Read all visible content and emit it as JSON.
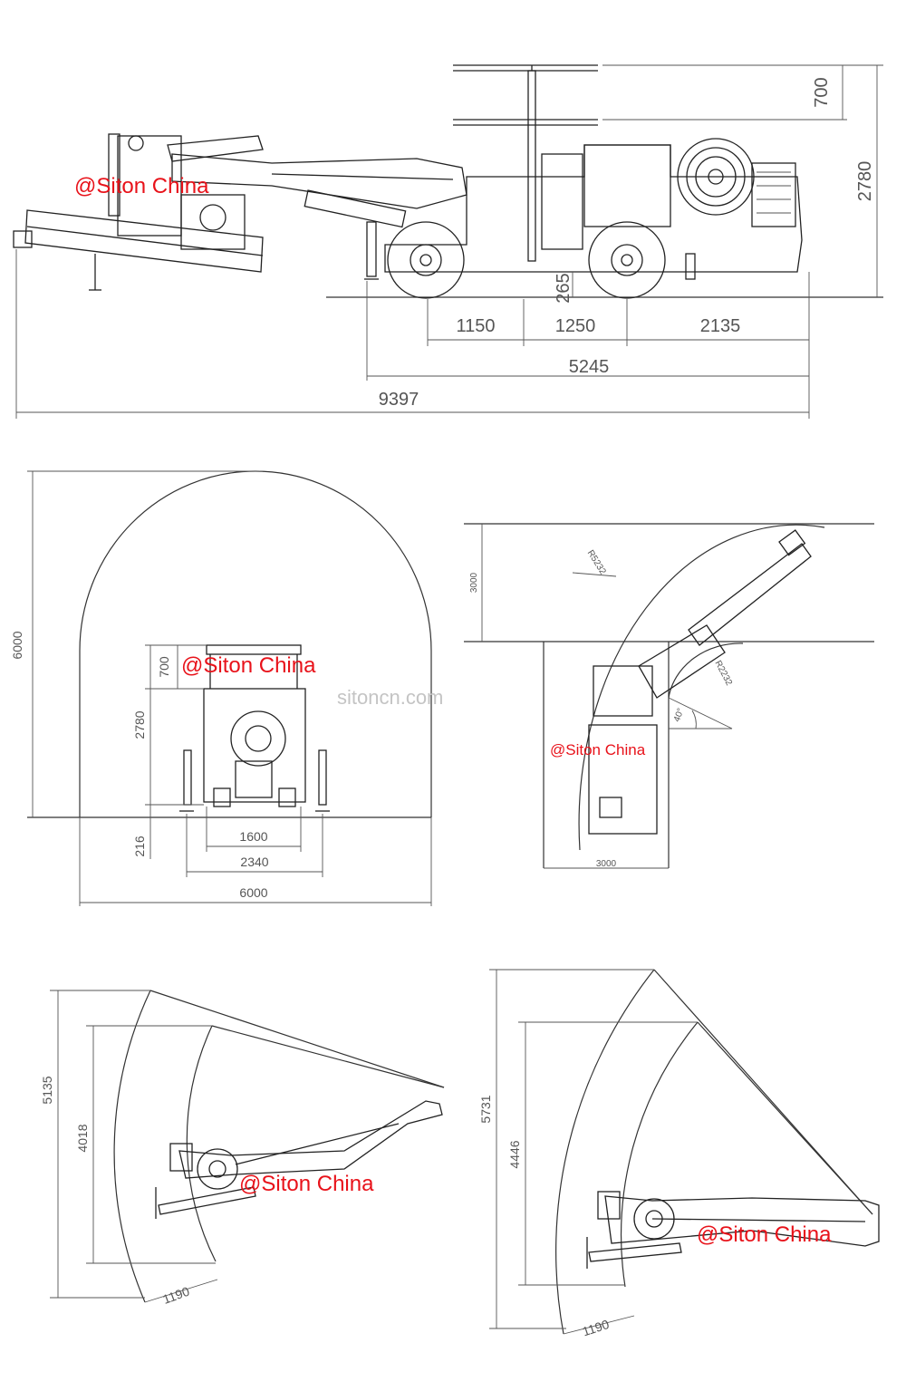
{
  "colors": {
    "line": "#333333",
    "dimension_text": "#555555",
    "watermark": "#e8121a",
    "site_watermark": "#c4c4c4"
  },
  "watermark": "@Siton China",
  "site_watermark": "sitoncn.com",
  "side_view": {
    "dims": {
      "canopy_height": "700",
      "total_height": "2780",
      "ground_clearance": "265",
      "front_overhang": "1150",
      "wheelbase": "1250",
      "rear_overhang": "2135",
      "chassis_length": "5245",
      "total_length": "9397"
    }
  },
  "front_view": {
    "dims": {
      "section_height": "6000",
      "canopy_height": "700",
      "machine_height": "2780",
      "ground_clearance": "216",
      "track_width": "1600",
      "outrigger_width": "2340",
      "section_width": "6000"
    }
  },
  "turning_view": {
    "dims": {
      "corridor_width_top": "3000",
      "outer_radius": "R5232",
      "inner_radius": "R2232",
      "angle": "40°",
      "corridor_width_bottom": "3000"
    }
  },
  "coverage_left": {
    "dims": {
      "total_height": "5135",
      "inner_height": "4018",
      "boom_offset": "1190"
    }
  },
  "coverage_right": {
    "dims": {
      "total_height": "5731",
      "inner_height": "4446",
      "boom_offset": "1190"
    }
  }
}
